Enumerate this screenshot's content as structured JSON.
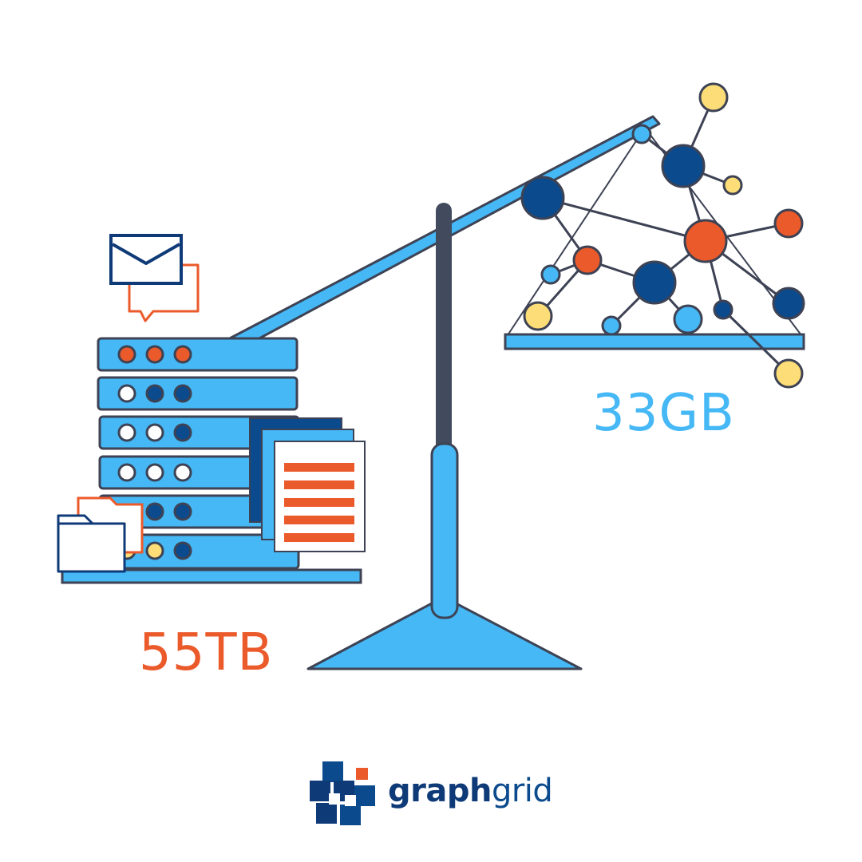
{
  "left_label": "55TB",
  "right_label": "33GB",
  "brand": {
    "part1": "graph",
    "part2": "grid"
  },
  "colors": {
    "orange": "#eb5a2b",
    "light_blue": "#45b8f5",
    "dark_blue": "#0b4a8c",
    "navy": "#0f3a78",
    "yellow": "#fcdd77",
    "outline": "#3d4254"
  },
  "icons": [
    "envelope-icon",
    "chat-bubble-icon",
    "server-rack-icon",
    "document-icon",
    "folder-icon",
    "graph-network-icon",
    "graphgrid-logo-icon"
  ]
}
